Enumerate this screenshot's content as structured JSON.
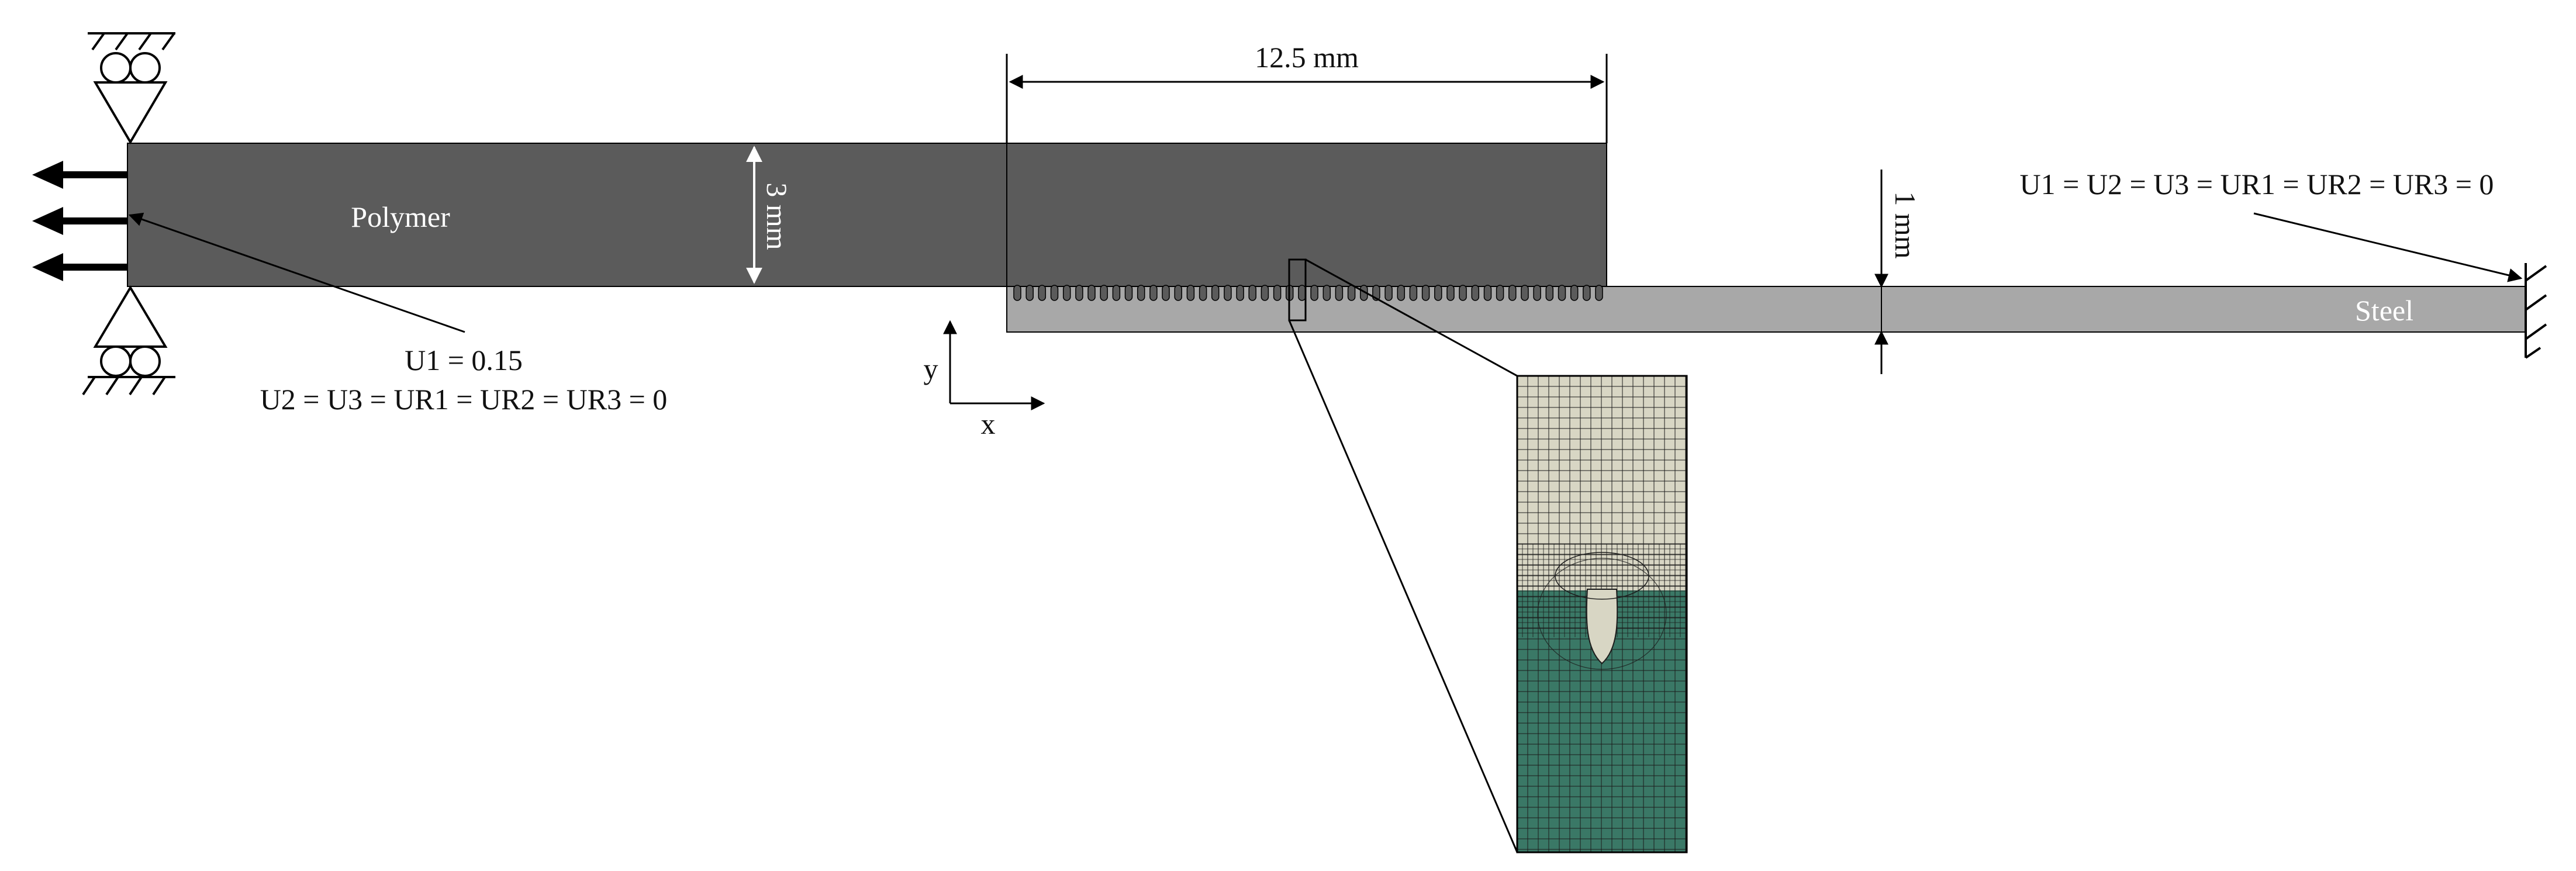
{
  "labels": {
    "polymer": "Polymer",
    "steel": "Steel",
    "thickness_polymer": "3 mm",
    "thickness_steel": "1 mm",
    "overlap_length": "12.5 mm",
    "left_bc_line1": "U1 = 0.15",
    "left_bc_line2": "U2 = U3 = UR1 = UR2 = UR3 = 0",
    "right_bc": "U1 = U2 = U3 = UR1 = UR2 = UR3 = 0",
    "axis_x": "x",
    "axis_y": "y"
  },
  "colors": {
    "polymer": "#5b5b5b",
    "steel": "#a8a8a8",
    "mesh_polymer": "#d8d6c4",
    "mesh_steel": "#3a7866",
    "mesh_line": "#1c1c1c",
    "line": "#000000"
  }
}
